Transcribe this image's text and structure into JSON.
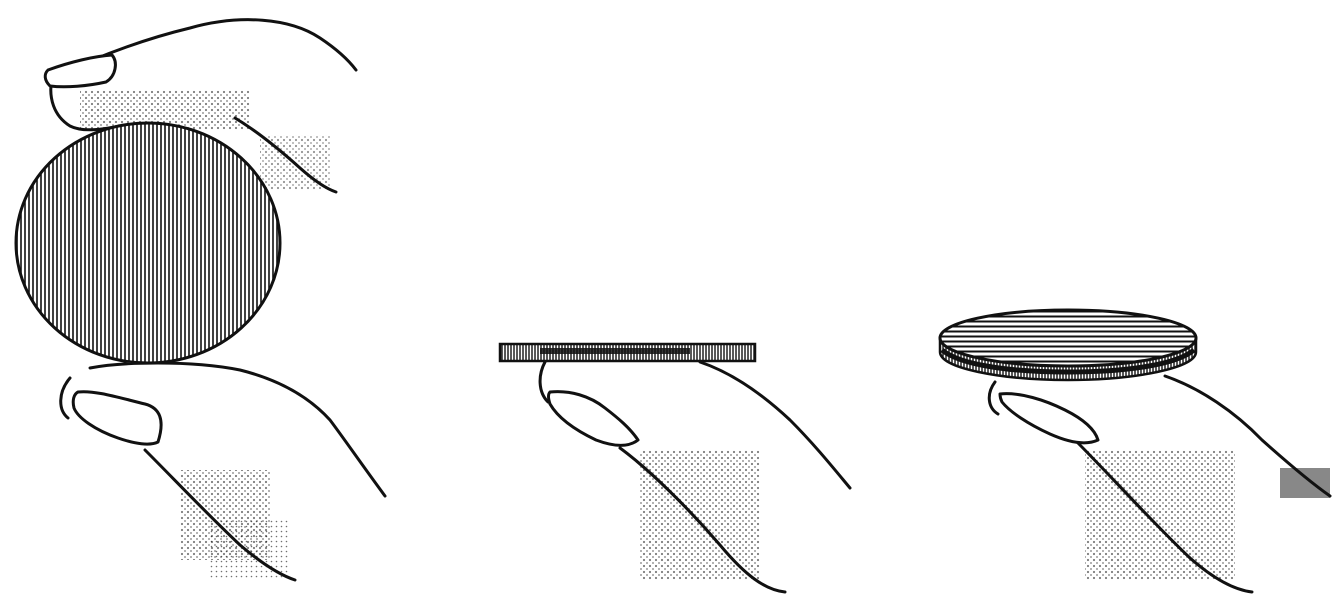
{
  "figures": [
    {
      "id": "coin-face-view",
      "description_icon": "coin-face-icon"
    },
    {
      "id": "coin-edge-view",
      "description_icon": "coin-edge-icon"
    },
    {
      "id": "coin-tilted-view",
      "description_icon": "coin-tilted-icon"
    }
  ],
  "colors": {
    "ink": "#111111",
    "paper": "#ffffff"
  }
}
